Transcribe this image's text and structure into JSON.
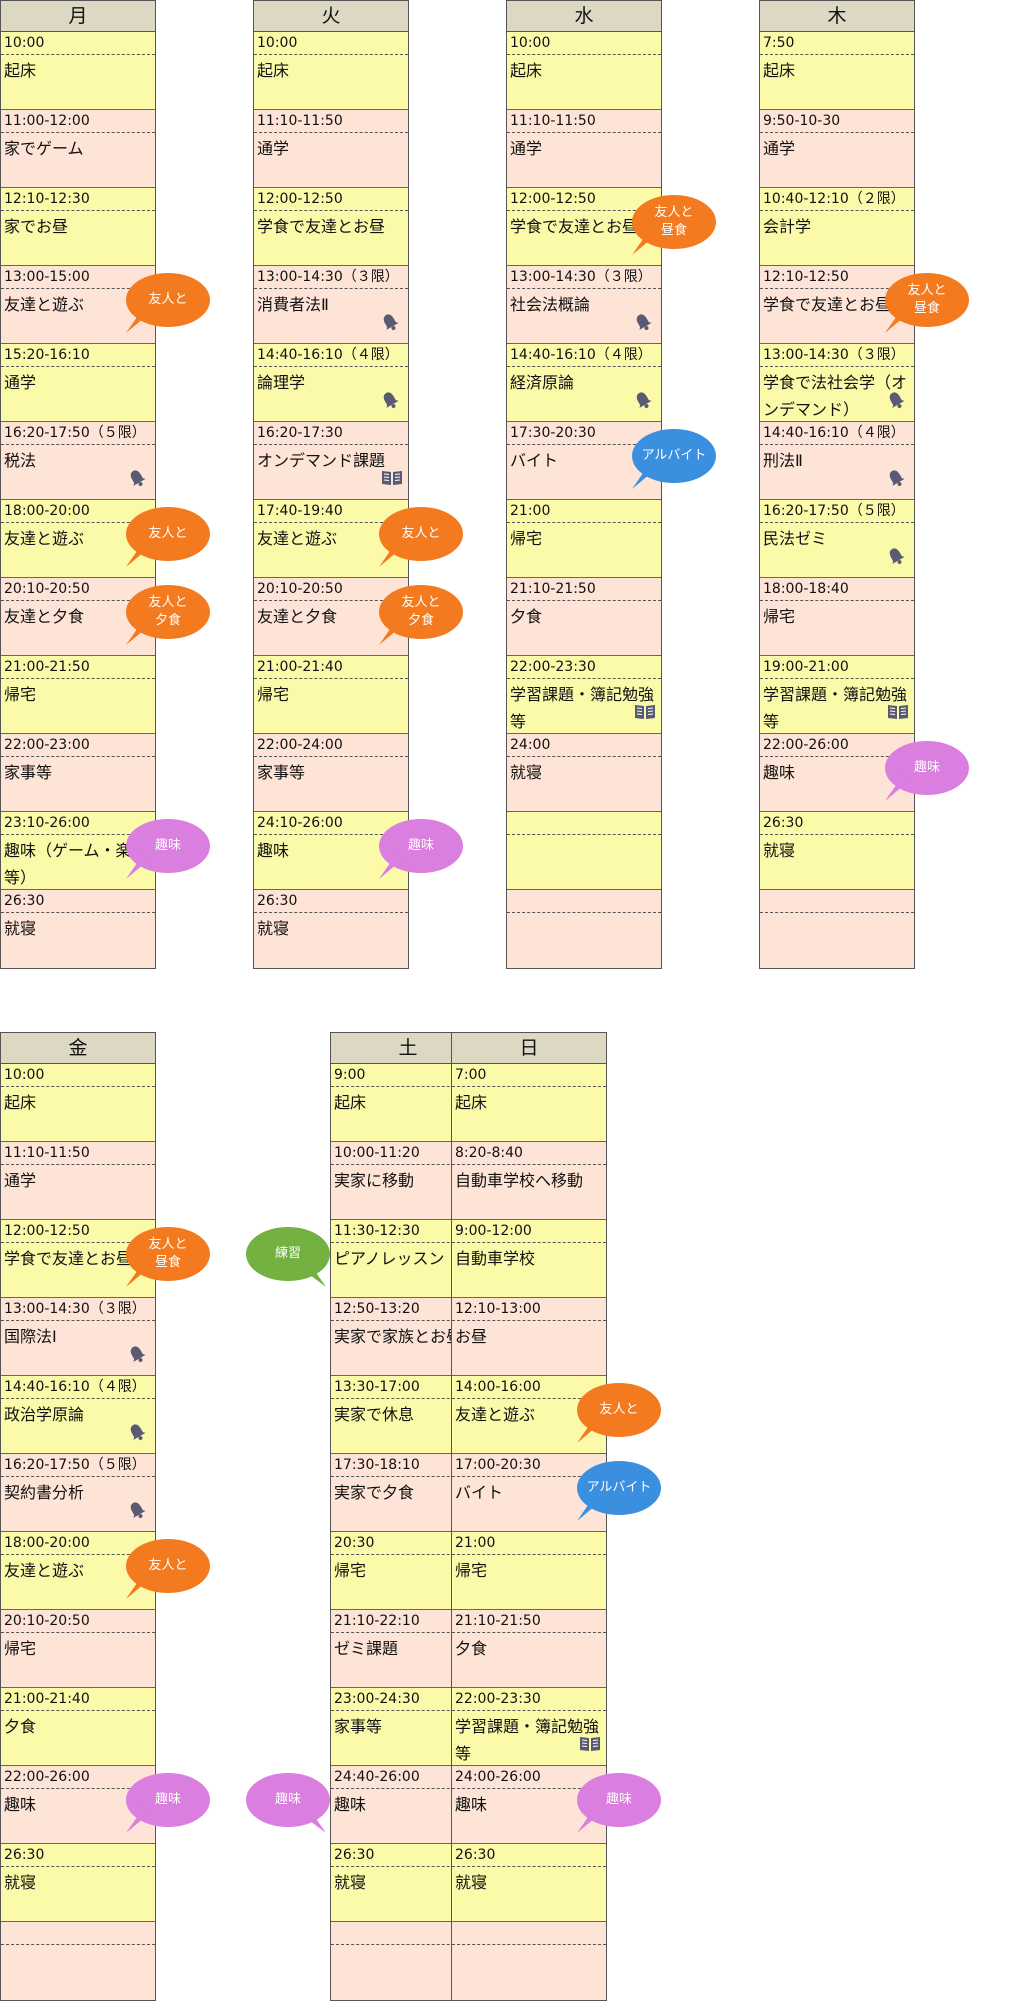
{
  "colors": {
    "yellow_cell": "#fbfaa9",
    "pink_cell": "#fde4d6",
    "header": "#ddd8c4",
    "bubble_friends": "#f47a20",
    "bubble_hobby": "#da7ee0",
    "bubble_work": "#3b8fdf",
    "bubble_practice": "#73b140"
  },
  "days": [
    {
      "label": "月",
      "slots": [
        {
          "time": "10:00",
          "activity": "起床"
        },
        {
          "time": "11:00-12:00",
          "activity": "家でゲーム"
        },
        {
          "time": "12:10-12:30",
          "activity": "家でお昼"
        },
        {
          "time": "13:00-15:00",
          "activity": "友達と遊ぶ"
        },
        {
          "time": "15:20-16:10",
          "activity": "通学"
        },
        {
          "time": "16:20-17:50（５限）",
          "activity": "税法",
          "icon": "bell-icon"
        },
        {
          "time": "18:00-20:00",
          "activity": "友達と遊ぶ"
        },
        {
          "time": "20:10-20:50",
          "activity": "友達と夕食"
        },
        {
          "time": "21:00-21:50",
          "activity": "帰宅"
        },
        {
          "time": "22:00-23:00",
          "activity": "家事等"
        },
        {
          "time": "23:10-26:00",
          "activity": "趣味（ゲーム・楽器等）"
        },
        {
          "time": "26:30",
          "activity": "就寝"
        }
      ]
    },
    {
      "label": "火",
      "slots": [
        {
          "time": "10:00",
          "activity": "起床"
        },
        {
          "time": "11:10-11:50",
          "activity": "通学"
        },
        {
          "time": "12:00-12:50",
          "activity": "学食で友達とお昼"
        },
        {
          "time": "13:00-14:30（３限）",
          "activity": "消費者法Ⅱ",
          "icon": "bell-icon"
        },
        {
          "time": "14:40-16:10（４限）",
          "activity": "論理学",
          "icon": "bell-icon"
        },
        {
          "time": "16:20-17:30",
          "activity": "オンデマンド課題",
          "icon": "book-icon"
        },
        {
          "time": "17:40-19:40",
          "activity": "友達と遊ぶ"
        },
        {
          "time": "20:10-20:50",
          "activity": "友達と夕食"
        },
        {
          "time": "21:00-21:40",
          "activity": "帰宅"
        },
        {
          "time": "22:00-24:00",
          "activity": "家事等"
        },
        {
          "time": "24:10-26:00",
          "activity": "趣味"
        },
        {
          "time": "26:30",
          "activity": "就寝"
        }
      ]
    },
    {
      "label": "水",
      "slots": [
        {
          "time": "10:00",
          "activity": "起床"
        },
        {
          "time": "11:10-11:50",
          "activity": "通学"
        },
        {
          "time": "12:00-12:50",
          "activity": "学食で友達とお昼"
        },
        {
          "time": "13:00-14:30（３限）",
          "activity": "社会法概論",
          "icon": "bell-icon"
        },
        {
          "time": "14:40-16:10（４限）",
          "activity": "経済原論",
          "icon": "bell-icon"
        },
        {
          "time": "17:30-20:30",
          "activity": "バイト"
        },
        {
          "time": "21:00",
          "activity": "帰宅"
        },
        {
          "time": "21:10-21:50",
          "activity": "夕食"
        },
        {
          "time": "22:00-23:30",
          "activity": "学習課題・簿記勉強等",
          "icon": "book-icon"
        },
        {
          "time": "24:00",
          "activity": "就寝"
        },
        {
          "time": "",
          "activity": ""
        },
        {
          "time": "",
          "activity": ""
        }
      ]
    },
    {
      "label": "木",
      "slots": [
        {
          "time": "7:50",
          "activity": "起床"
        },
        {
          "time": "9:50-10-30",
          "activity": "通学"
        },
        {
          "time": "10:40-12:10（２限）",
          "activity": "会計学"
        },
        {
          "time": "12:10-12:50",
          "activity": "学食で友達とお昼"
        },
        {
          "time": "13:00-14:30（３限）",
          "activity": "学食で法社会学（オンデマンド）",
          "icon": "bell-icon"
        },
        {
          "time": "14:40-16:10（４限）",
          "activity": "刑法Ⅱ",
          "icon": "bell-icon"
        },
        {
          "time": "16:20-17:50（５限）",
          "activity": "民法ゼミ",
          "icon": "bell-icon"
        },
        {
          "time": "18:00-18:40",
          "activity": "帰宅"
        },
        {
          "time": "19:00-21:00",
          "activity": "学習課題・簿記勉強等",
          "icon": "book-icon"
        },
        {
          "time": "22:00-26:00",
          "activity": "趣味"
        },
        {
          "time": "26:30",
          "activity": "就寝"
        },
        {
          "time": "",
          "activity": ""
        }
      ]
    },
    {
      "label": "金",
      "slots": [
        {
          "time": "10:00",
          "activity": "起床"
        },
        {
          "time": "11:10-11:50",
          "activity": "通学"
        },
        {
          "time": "12:00-12:50",
          "activity": "学食で友達とお昼"
        },
        {
          "time": "13:00-14:30（３限）",
          "activity": "国際法Ⅰ",
          "icon": "bell-icon"
        },
        {
          "time": "14:40-16:10（４限）",
          "activity": "政治学原論",
          "icon": "bell-icon"
        },
        {
          "time": "16:20-17:50（５限）",
          "activity": "契約書分析",
          "icon": "bell-icon"
        },
        {
          "time": "18:00-20:00",
          "activity": "友達と遊ぶ"
        },
        {
          "time": "20:10-20:50",
          "activity": "帰宅"
        },
        {
          "time": "21:00-21:40",
          "activity": "夕食"
        },
        {
          "time": "22:00-26:00",
          "activity": "趣味"
        },
        {
          "time": "26:30",
          "activity": "就寝"
        },
        {
          "time": "",
          "activity": ""
        }
      ]
    },
    {
      "label": "土",
      "slots": [
        {
          "time": "9:00",
          "activity": "起床"
        },
        {
          "time": "10:00-11:20",
          "activity": "実家に移動"
        },
        {
          "time": "11:30-12:30",
          "activity": "ピアノレッスン"
        },
        {
          "time": "12:50-13:20",
          "activity": "実家で家族とお昼"
        },
        {
          "time": "13:30-17:00",
          "activity": "実家で休息"
        },
        {
          "time": "17:30-18:10",
          "activity": "実家で夕食"
        },
        {
          "time": "20:30",
          "activity": "帰宅"
        },
        {
          "time": "21:10-22:10",
          "activity": "ゼミ課題",
          "icon": "book-icon"
        },
        {
          "time": "23:00-24:30",
          "activity": "家事等"
        },
        {
          "time": "24:40-26:00",
          "activity": "趣味"
        },
        {
          "time": "26:30",
          "activity": "就寝"
        },
        {
          "time": "",
          "activity": ""
        }
      ]
    },
    {
      "label": "日",
      "slots": [
        {
          "time": "7:00",
          "activity": "起床"
        },
        {
          "time": "8:20-8:40",
          "activity": "自動車学校へ移動"
        },
        {
          "time": "9:00-12:00",
          "activity": "自動車学校"
        },
        {
          "time": "12:10-13:00",
          "activity": "お昼"
        },
        {
          "time": "14:00-16:00",
          "activity": "友達と遊ぶ"
        },
        {
          "time": "17:00-20:30",
          "activity": "バイト"
        },
        {
          "time": "21:00",
          "activity": "帰宅"
        },
        {
          "time": "21:10-21:50",
          "activity": "夕食"
        },
        {
          "time": "22:00-23:30",
          "activity": "学習課題・簿記勉強等",
          "icon": "book-icon"
        },
        {
          "time": "24:00-26:00",
          "activity": "趣味"
        },
        {
          "time": "26:30",
          "activity": "就寝"
        },
        {
          "time": "",
          "activity": ""
        }
      ]
    }
  ],
  "bubbles": [
    {
      "day": 0,
      "slot": 3,
      "text": "友人と",
      "kind": "friends"
    },
    {
      "day": 0,
      "slot": 6,
      "text": "友人と",
      "kind": "friends"
    },
    {
      "day": 0,
      "slot": 7,
      "text": "友人と\n夕食",
      "kind": "friends"
    },
    {
      "day": 0,
      "slot": 10,
      "text": "趣味",
      "kind": "hobby"
    },
    {
      "day": 1,
      "slot": 6,
      "text": "友人と",
      "kind": "friends"
    },
    {
      "day": 1,
      "slot": 7,
      "text": "友人と\n夕食",
      "kind": "friends"
    },
    {
      "day": 1,
      "slot": 10,
      "text": "趣味",
      "kind": "hobby"
    },
    {
      "day": 2,
      "slot": 2,
      "text": "友人と\n昼食",
      "kind": "friends"
    },
    {
      "day": 2,
      "slot": 5,
      "text": "アルバイト",
      "kind": "work"
    },
    {
      "day": 3,
      "slot": 3,
      "text": "友人と\n昼食",
      "kind": "friends"
    },
    {
      "day": 3,
      "slot": 9,
      "text": "趣味",
      "kind": "hobby"
    },
    {
      "day": 4,
      "slot": 2,
      "text": "友人と\n昼食",
      "kind": "friends"
    },
    {
      "day": 4,
      "slot": 6,
      "text": "友人と",
      "kind": "friends"
    },
    {
      "day": 4,
      "slot": 9,
      "text": "趣味",
      "kind": "hobby"
    },
    {
      "day": 5,
      "slot": 2,
      "text": "練習",
      "kind": "practice",
      "side": "left"
    },
    {
      "day": 5,
      "slot": 9,
      "text": "趣味",
      "kind": "hobby",
      "side": "left"
    },
    {
      "day": 6,
      "slot": 4,
      "text": "友人と",
      "kind": "friends"
    },
    {
      "day": 6,
      "slot": 5,
      "text": "アルバイト",
      "kind": "work"
    },
    {
      "day": 6,
      "slot": 9,
      "text": "趣味",
      "kind": "hobby"
    }
  ]
}
